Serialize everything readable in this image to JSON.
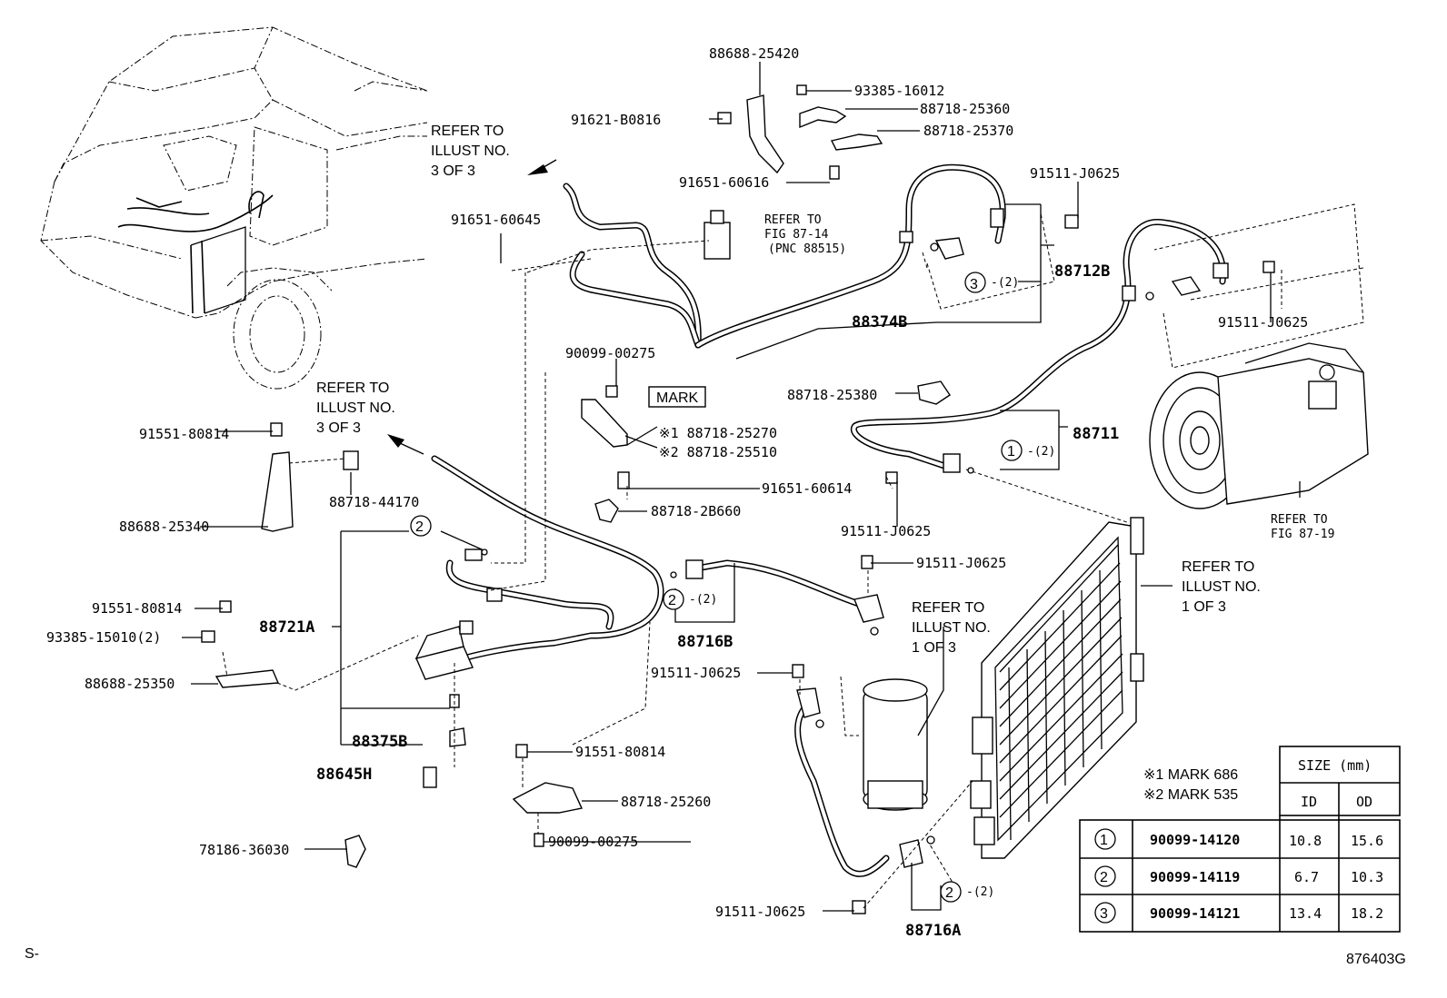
{
  "labels": {
    "p88688_25420": "88688-25420",
    "p93385_16012": "93385-16012",
    "p91621_B0816": "91621-B0816",
    "p88718_25360": "88718-25360",
    "p88718_25370": "88718-25370",
    "p91651_60616": "91651-60616",
    "p91511_J0625_a": "91511-J0625",
    "p91651_60645": "91651-60645",
    "p88712B": "88712B",
    "p88374B": "88374B",
    "p91511_J0625_b": "91511-J0625",
    "p90099_00275_a": "90099-00275",
    "p88718_25380": "88718-25380",
    "p88711": "88711",
    "mark_box": "MARK",
    "mark1": "※1 88718-25270",
    "mark2": "※2 88718-25510",
    "p91651_60614": "91651-60614",
    "p88718_2B660": "88718-2B660",
    "p91511_J0625_c": "91511-J0625",
    "p91551_80814_a": "91551-80814",
    "p88718_44170": "88718-44170",
    "p88688_25340": "88688-25340",
    "p91511_J0625_d": "91511-J0625",
    "p91551_80814_b": "91551-80814",
    "p93385_15010": "93385-15010(2)",
    "p88721A": "88721A",
    "p88716B": "88716B",
    "p91511_J0625_e": "91511-J0625",
    "p88688_25350": "88688-25350",
    "p88375B": "88375B",
    "p88645H": "88645H",
    "p91551_80814_c": "91551-80814",
    "p88718_25260": "88718-25260",
    "p90099_00275_b": "90099-00275",
    "p78186_36030": "78186-36030",
    "p91511_J0625_f": "91511-J0625",
    "p88716A": "88716A"
  },
  "refs": {
    "ref1_l1": "REFER TO",
    "ref1_l2": "ILLUST NO.",
    "ref1_l3": "3 OF 3",
    "ref2_l1": "REFER TO",
    "ref2_l2": "ILLUST NO.",
    "ref2_l3": "3 OF 3",
    "ref3_l1": "REFER TO",
    "ref3_l2": "ILLUST NO.",
    "ref3_l3": "1 OF 3",
    "ref4_l1": "REFER TO",
    "ref4_l2": "ILLUST NO.",
    "ref4_l3": "1 OF 3",
    "fig1_l1": "REFER TO",
    "fig1_l2": "FIG 87-14",
    "fig1_l3": "(PNC 88515)",
    "fig2_l1": "REFER TO",
    "fig2_l2": "FIG 87-19"
  },
  "circles": {
    "c1": "1",
    "c2": "2",
    "c3": "3",
    "qty2": "-(2)"
  },
  "marks_note": {
    "m1": "※1 MARK 686",
    "m2": "※2 MARK 535"
  },
  "size_table": {
    "header": "SIZE (mm)",
    "col_id": "ID",
    "col_od": "OD",
    "rows": [
      {
        "num": "1",
        "part": "90099-14120",
        "id": "10.8",
        "od": "15.6"
      },
      {
        "num": "2",
        "part": "90099-14119",
        "id": "6.7",
        "od": "10.3"
      },
      {
        "num": "3",
        "part": "90099-14121",
        "id": "13.4",
        "od": "18.2"
      }
    ]
  },
  "footer": {
    "left": "S-",
    "right": "876403G"
  }
}
